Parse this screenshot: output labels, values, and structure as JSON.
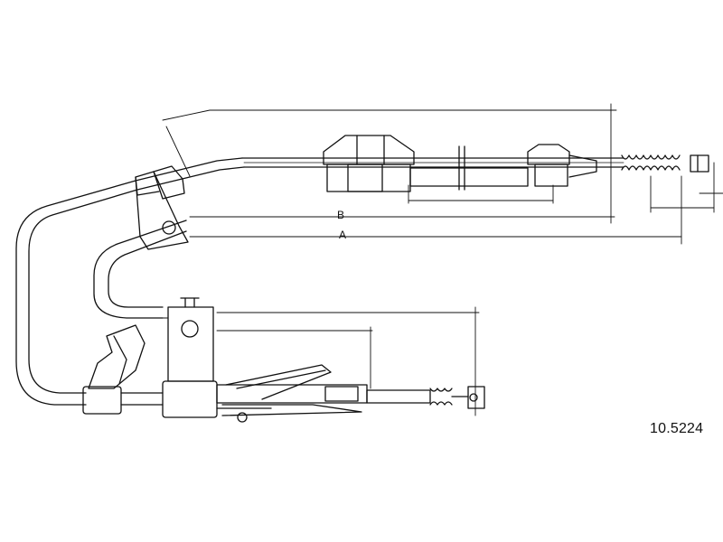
{
  "drawing": {
    "dimension_labels": {
      "b": "B",
      "a": "A"
    },
    "part_number": "10.5224",
    "line_color": "#111111"
  }
}
